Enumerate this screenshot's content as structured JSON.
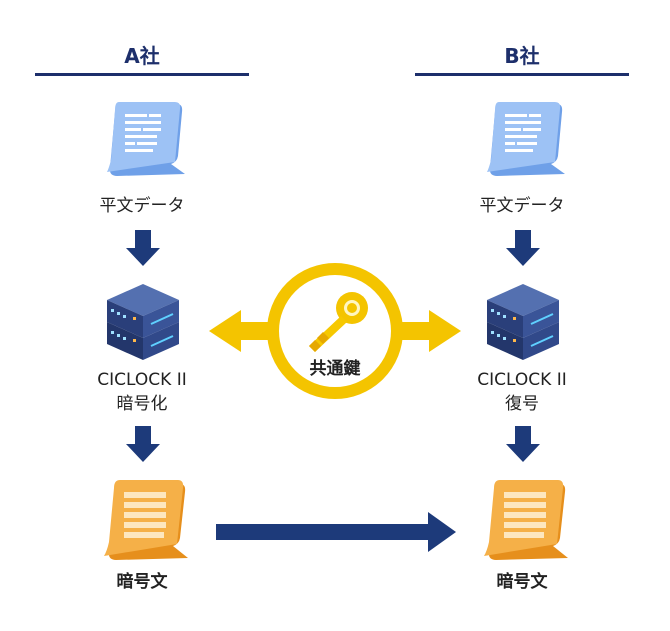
{
  "left": {
    "company": "A社",
    "plaintext_label": "平文データ",
    "product": "CICLOCK II",
    "action": "暗号化",
    "ciphertext_label": "暗号文"
  },
  "right": {
    "company": "B社",
    "plaintext_label": "平文データ",
    "product": "CICLOCK II",
    "action": "復号",
    "ciphertext_label": "暗号文"
  },
  "center": {
    "key_label": "共通鍵"
  },
  "colors": {
    "navy": "#1d3a7a",
    "yellow": "#f4c400",
    "doc_blue": "#8fb8f0",
    "doc_orange": "#f2a83a"
  }
}
